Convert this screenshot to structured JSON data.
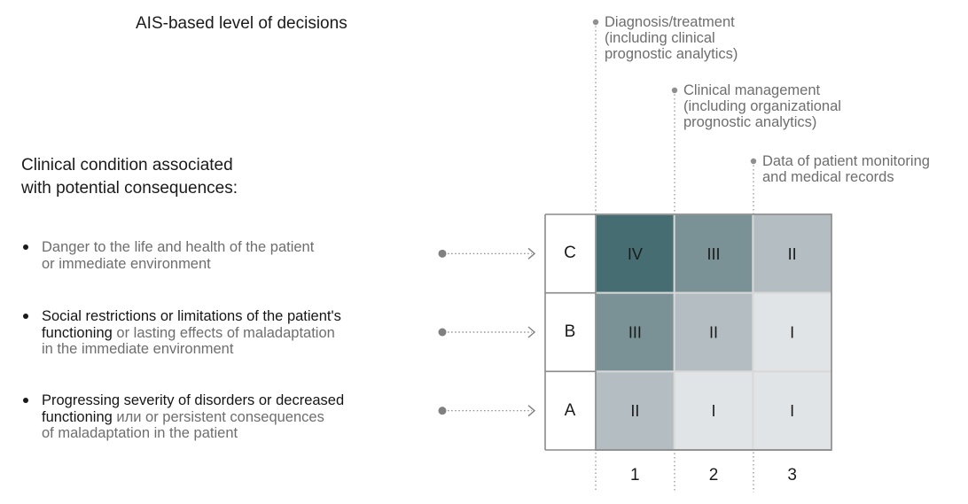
{
  "title": "AIS-based level of decisions",
  "condition_heading": {
    "line1": "Clinical condition associated",
    "line2": "with potential consequences:"
  },
  "conditions": [
    {
      "row": "C",
      "lines": [
        [
          {
            "text": "Danger to the life and health of the patient",
            "tone": "gray"
          }
        ],
        [
          {
            "text": "or immediate environment",
            "tone": "gray"
          }
        ]
      ]
    },
    {
      "row": "B",
      "lines": [
        [
          {
            "text": "Social restrictions or limitations of the patient's",
            "tone": "dark"
          }
        ],
        [
          {
            "text": "functioning",
            "tone": "dark"
          },
          {
            "text": " or lasting effects of maladaptation",
            "tone": "gray"
          }
        ],
        [
          {
            "text": "in the immediate environment",
            "tone": "gray"
          }
        ]
      ]
    },
    {
      "row": "A",
      "lines": [
        [
          {
            "text": "Progressing severity of disorders or decreased",
            "tone": "dark"
          }
        ],
        [
          {
            "text": "functioning",
            "tone": "dark"
          },
          {
            "text": " или or persistent consequences",
            "tone": "gray"
          }
        ],
        [
          {
            "text": "of maladaptation in the patient",
            "tone": "gray"
          }
        ]
      ]
    }
  ],
  "decision_levels": [
    {
      "number": "1",
      "lines": [
        "Diagnosis/treatment",
        "(including clinical",
        "prognostic analytics)"
      ]
    },
    {
      "number": "2",
      "lines": [
        "Clinical management",
        "(including organizational",
        "prognostic analytics)"
      ]
    },
    {
      "number": "3",
      "lines": [
        "Data of patient monitoring",
        "and medical records"
      ]
    }
  ],
  "matrix": {
    "rows": [
      "C",
      "B",
      "A"
    ],
    "columns": [
      "1",
      "2",
      "3"
    ],
    "cells": [
      [
        "IV",
        "III",
        "II"
      ],
      [
        "III",
        "II",
        "I"
      ],
      [
        "II",
        "I",
        "I"
      ]
    ],
    "level_colors": {
      "IV": "#466e72",
      "III": "#7a9196",
      "II": "#b3bdc2",
      "I": "#e1e4e6"
    }
  }
}
